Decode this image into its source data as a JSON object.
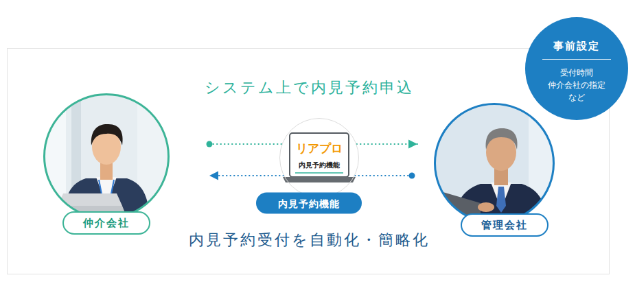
{
  "diagram": {
    "title": "システム上で内見予約申込",
    "caption": "内見予約受付を自動化・簡略化",
    "nodes": [
      {
        "text": [
          "仲介会社"
        ]
      },
      {
        "text": [
          "リアプロ",
          "内見予約機能"
        ]
      },
      {
        "text": [
          "内見予約機能"
        ]
      },
      {
        "text": [
          "管理会社"
        ]
      },
      {
        "text": [
          "事前設定",
          "受付時間 仲介会社の指定 など"
        ]
      }
    ],
    "edges": [
      {
        "from": 0,
        "to": 3,
        "arrow": "to"
      },
      {
        "from": 3,
        "to": 0,
        "arrow": "to"
      }
    ]
  }
}
